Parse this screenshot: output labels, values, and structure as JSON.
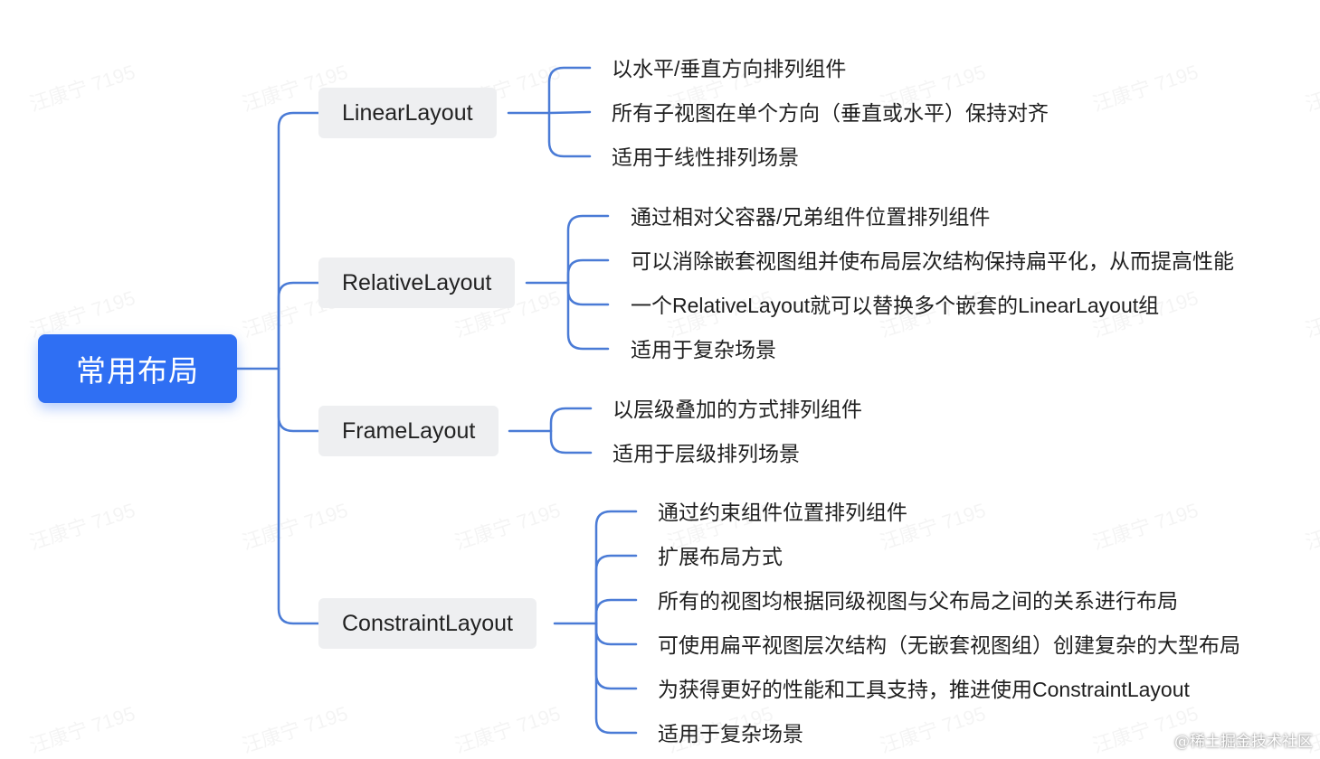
{
  "root": {
    "label": "常用布局"
  },
  "branches": [
    {
      "label": "LinearLayout",
      "items": [
        "以水平/垂直方向排列组件",
        "所有子视图在单个方向（垂直或水平）保持对齐",
        "适用于线性排列场景"
      ]
    },
    {
      "label": "RelativeLayout",
      "items": [
        "通过相对父容器/兄弟组件位置排列组件",
        "可以消除嵌套视图组并使布局层次结构保持扁平化，从而提高性能",
        "一个RelativeLayout就可以替换多个嵌套的LinearLayout组",
        "适用于复杂场景"
      ]
    },
    {
      "label": "FrameLayout",
      "items": [
        "以层级叠加的方式排列组件",
        "适用于层级排列场景"
      ]
    },
    {
      "label": "ConstraintLayout",
      "items": [
        "通过约束组件位置排列组件",
        "扩展布局方式",
        "所有的视图均根据同级视图与父布局之间的关系进行布局",
        "可使用扁平视图层次结构（无嵌套视图组）创建复杂的大型布局",
        "为获得更好的性能和工具支持，推进使用ConstraintLayout",
        "适用于复杂场景"
      ]
    }
  ],
  "watermark": "汪康宁 7195",
  "footer": "@稀土掘金技术社区",
  "colors": {
    "accent": "#2f6ff3",
    "connector": "#4a7bd6",
    "branch_bg": "#eeeff1"
  }
}
